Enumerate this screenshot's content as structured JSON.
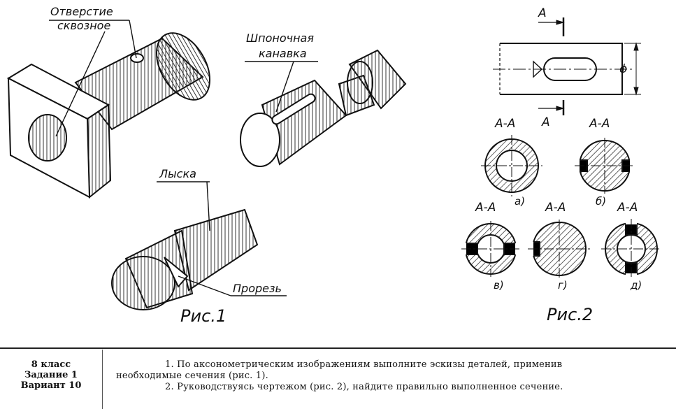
{
  "figure1": {
    "caption": "Рис.1",
    "labels": {
      "through_hole_line1": "Отверстие",
      "through_hole_line2": "сквозное",
      "keyway_line1": "Шпоночная",
      "keyway_line2": "канавка",
      "flat": "Лыска",
      "slot": "Прорезь"
    }
  },
  "figure2": {
    "caption": "Рис.2",
    "cut_letter": "А",
    "diameter_symbol": "ϕ",
    "sections": [
      {
        "title": "А-А",
        "variant": "а)"
      },
      {
        "title": "А-А",
        "variant": "б)"
      },
      {
        "title": "А-А",
        "variant": "в)"
      },
      {
        "title": "А-А",
        "variant": "г)"
      },
      {
        "title": "А-А",
        "variant": "д)"
      }
    ]
  },
  "footer": {
    "grade": "8 класс",
    "task": "Задание 1",
    "variant": "Вариант 10",
    "item1_line1": "1. По аксонометрическим изображениям выполните эскизы деталей, применив",
    "item1_line2": "необходимые сечения (рис. 1).",
    "item2": "2. Руководствуясь чертежом (рис. 2), найдите правильно выполненное сечение."
  }
}
